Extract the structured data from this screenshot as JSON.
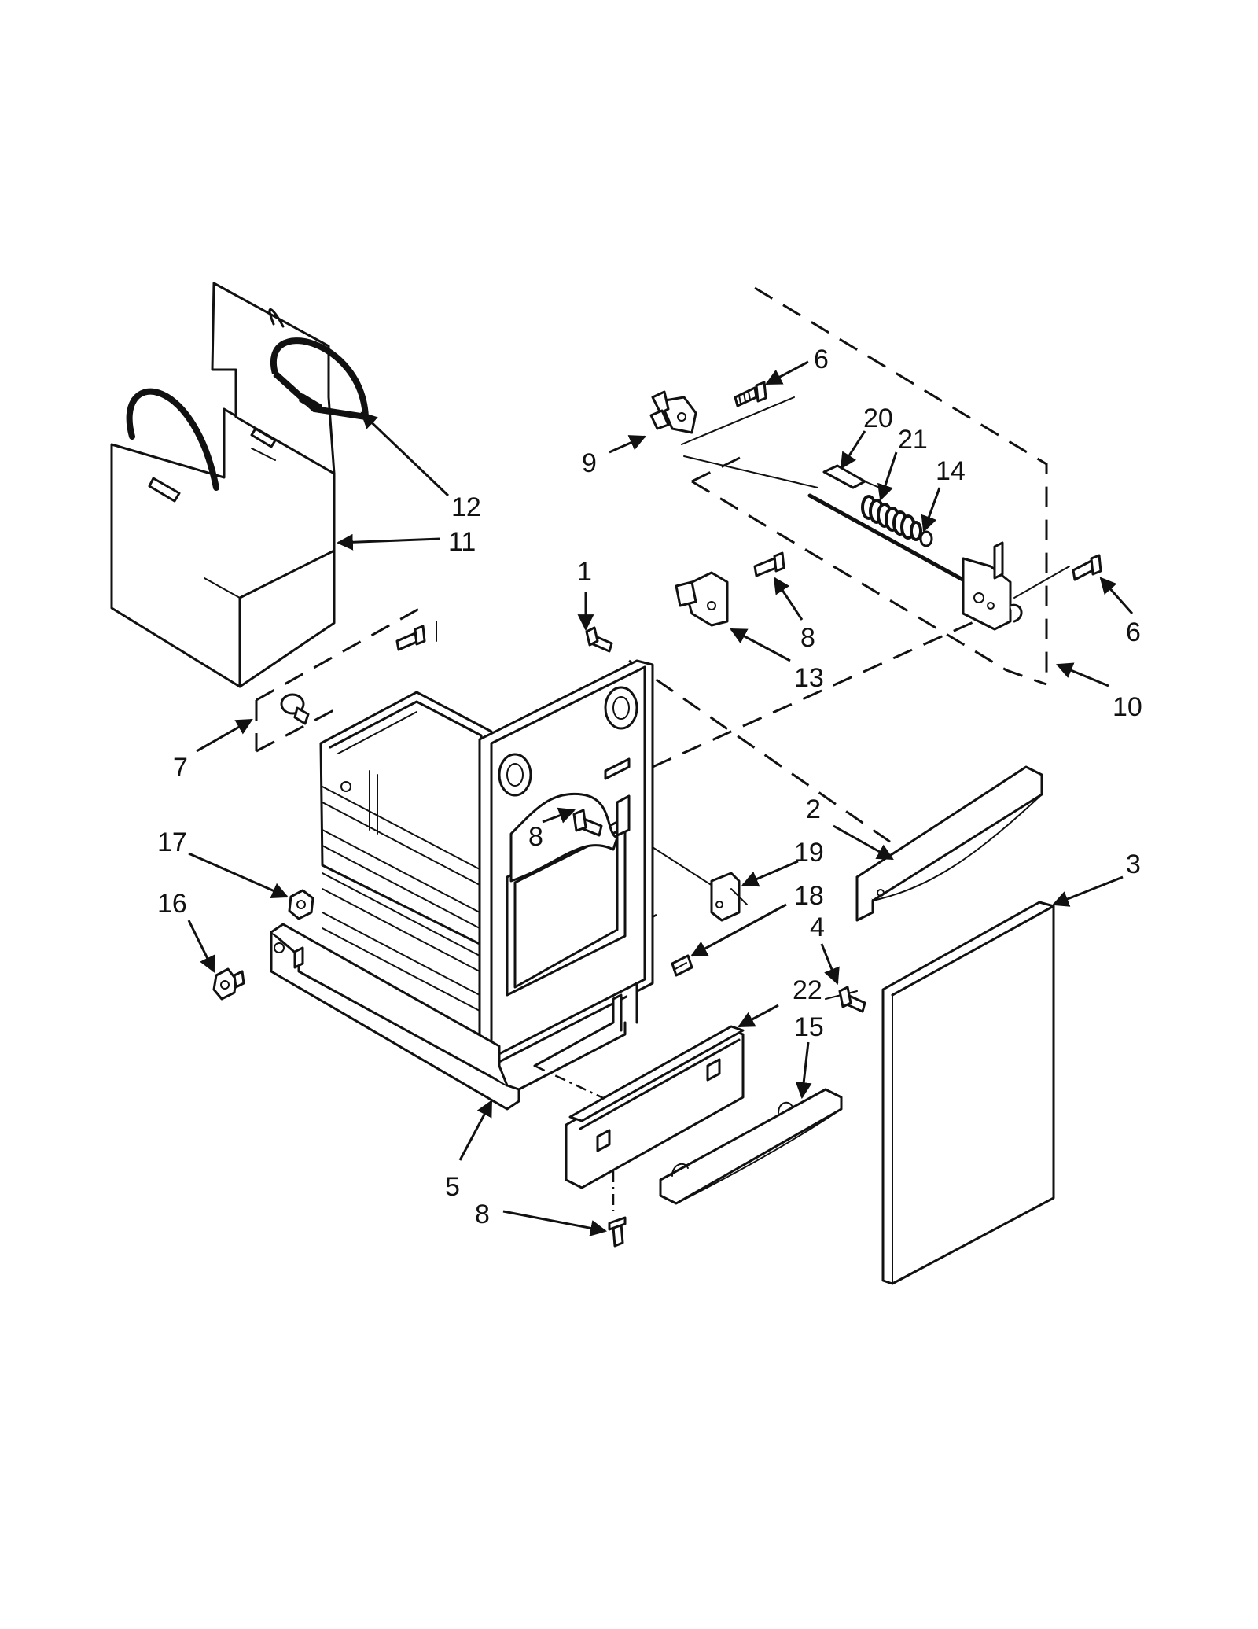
{
  "diagram": {
    "callouts": [
      {
        "id": "c1",
        "label": "1"
      },
      {
        "id": "c2",
        "label": "2"
      },
      {
        "id": "c3",
        "label": "3"
      },
      {
        "id": "c4",
        "label": "4"
      },
      {
        "id": "c5",
        "label": "5"
      },
      {
        "id": "c6a",
        "label": "6"
      },
      {
        "id": "c6b",
        "label": "6"
      },
      {
        "id": "c7",
        "label": "7"
      },
      {
        "id": "c8a",
        "label": "8"
      },
      {
        "id": "c8b",
        "label": "8"
      },
      {
        "id": "c8c",
        "label": "8"
      },
      {
        "id": "c9",
        "label": "9"
      },
      {
        "id": "c10",
        "label": "10"
      },
      {
        "id": "c11",
        "label": "11"
      },
      {
        "id": "c12",
        "label": "12"
      },
      {
        "id": "c13",
        "label": "13"
      },
      {
        "id": "c14",
        "label": "14"
      },
      {
        "id": "c15",
        "label": "15"
      },
      {
        "id": "c16",
        "label": "16"
      },
      {
        "id": "c17",
        "label": "17"
      },
      {
        "id": "c18",
        "label": "18"
      },
      {
        "id": "c19",
        "label": "19"
      },
      {
        "id": "c20",
        "label": "20"
      },
      {
        "id": "c21",
        "label": "21"
      },
      {
        "id": "c22",
        "label": "22"
      }
    ]
  }
}
